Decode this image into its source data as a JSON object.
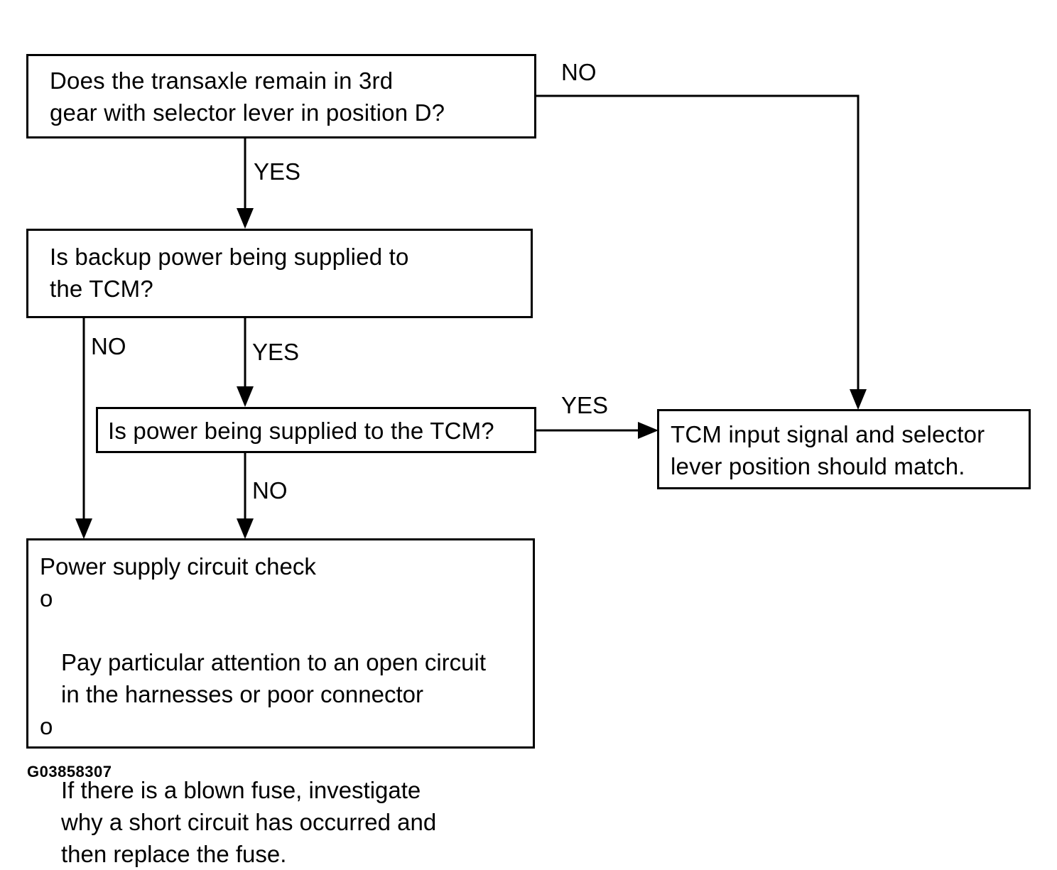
{
  "nodes": {
    "q1": {
      "text": "Does the transaxle remain in 3rd\ngear with selector lever in position D?"
    },
    "q2": {
      "text": "Is backup power being supplied to\nthe TCM?"
    },
    "q3": {
      "text": "Is power being supplied to the TCM?"
    },
    "result_match": {
      "text": "TCM input signal and selector\nlever position should match."
    },
    "power_check": {
      "heading": "Power supply circuit check",
      "bullet_mark": "o",
      "bullets": [
        "Pay particular attention to an open circuit\nin the harnesses or poor connector",
        "If there is a blown fuse, investigate\nwhy a short circuit has occurred and\nthen replace the fuse."
      ]
    }
  },
  "edges": [
    {
      "from": "q1",
      "to": "q2",
      "label": "YES"
    },
    {
      "from": "q1",
      "to": "result_match",
      "label": "NO"
    },
    {
      "from": "q2",
      "to": "q3",
      "label": "YES"
    },
    {
      "from": "q2",
      "to": "power_check",
      "label": "NO"
    },
    {
      "from": "q3",
      "to": "result_match",
      "label": "YES"
    },
    {
      "from": "q3",
      "to": "power_check",
      "label": "NO"
    }
  ],
  "figure_id": "G03858307",
  "colors": {
    "stroke": "#000000",
    "background": "#ffffff"
  }
}
